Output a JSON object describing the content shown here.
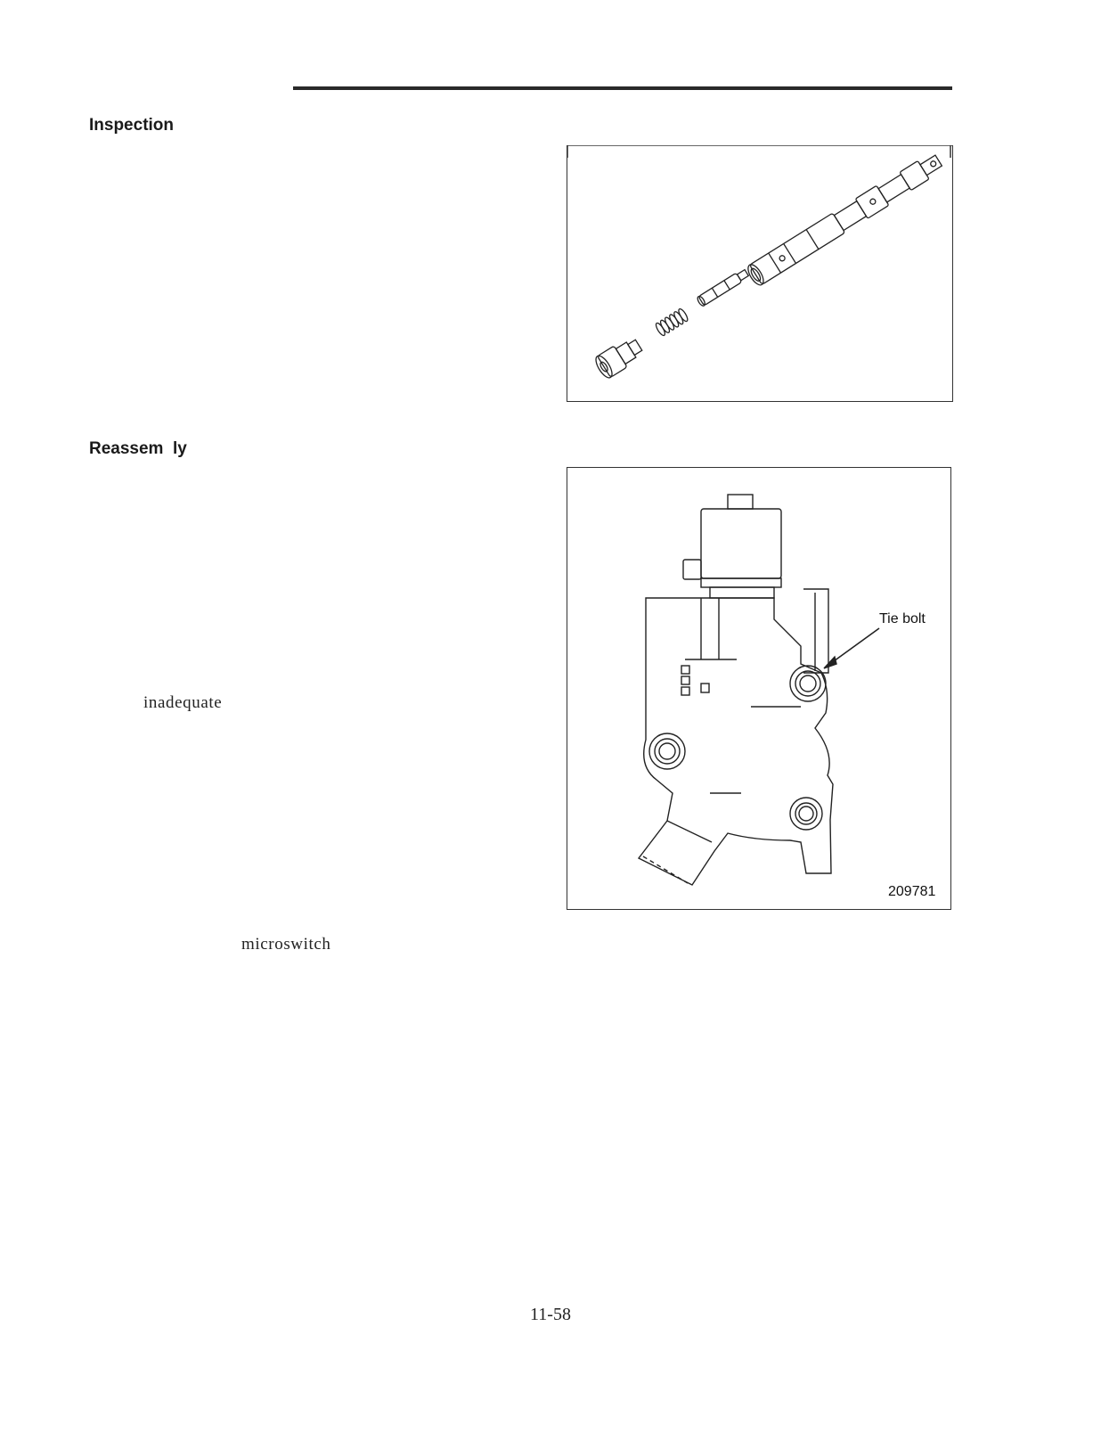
{
  "header": {
    "rule": true
  },
  "sections": {
    "inspection": {
      "title": "Inspection"
    },
    "reassembly": {
      "title": "Reassem  ly"
    }
  },
  "body_text": {
    "word1": "inadequate",
    "word2": "microswitch"
  },
  "figure1": {
    "icon": "valve-spool-exploded-view"
  },
  "figure2": {
    "icon": "solenoid-valve-body",
    "callout": "Tie bolt",
    "figure_number": "209781"
  },
  "footer": {
    "page_number": "11-58"
  }
}
